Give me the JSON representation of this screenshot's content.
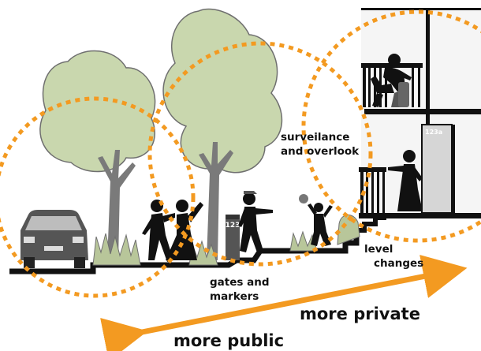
{
  "labels": {
    "surveillance_line1": "surveilance",
    "surveillance_line2": "and overlook",
    "level_line1": "level",
    "level_line2": "changes",
    "gates_line1": "gates and",
    "gates_line2": "markers",
    "more_private": "more private",
    "more_public": "more public",
    "marker_number": "123",
    "door_number": "123a"
  },
  "colors": {
    "accent_orange": "#F39A21",
    "tree_foliage": "#C9D7AE",
    "tree_outline": "#6F6F6F",
    "trunk": "#7A7A7A",
    "ground": "#111111",
    "building_fill": "#E3E3E3",
    "silhouette": "#111111"
  },
  "icons": [
    "car-icon",
    "tree-icon",
    "person-icon",
    "marker-post-icon",
    "ball-icon",
    "balcony-icon",
    "arrow-icon"
  ]
}
